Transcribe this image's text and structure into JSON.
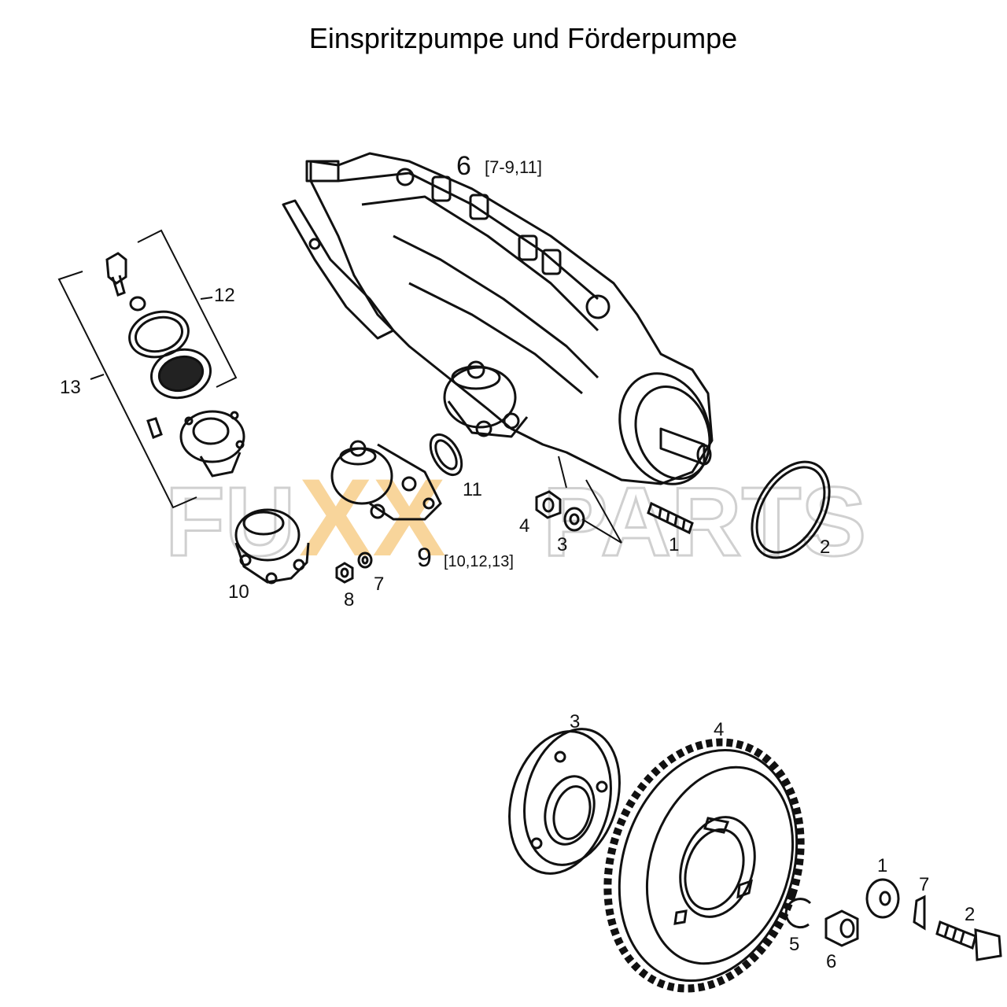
{
  "title": "Einspritzpumpe und Förderpumpe",
  "watermark": {
    "left": "FU",
    "middle": "XX",
    "right": "PARTS",
    "accent_color": "#f6c77a",
    "outline_color": "#d0d0d0"
  },
  "diagram_top": {
    "labels": {
      "p1": "1",
      "p2": "2",
      "p3": "3",
      "p4": "4",
      "p6": "6",
      "p6_sub": "[7-9,11]",
      "p7": "7",
      "p8": "8",
      "p9": "9",
      "p9_sub": "[10,12,13]",
      "p10": "10",
      "p11": "11",
      "p12": "12",
      "p13": "13"
    }
  },
  "diagram_bottom": {
    "labels": {
      "p1": "1",
      "p2": "2",
      "p3": "3",
      "p4": "4",
      "p5": "5",
      "p6": "6",
      "p7": "7"
    }
  }
}
